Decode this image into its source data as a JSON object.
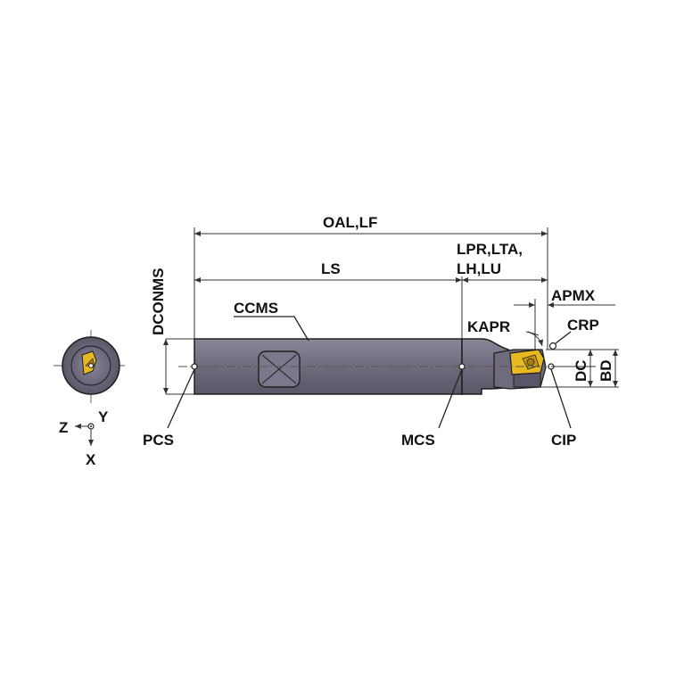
{
  "labels": {
    "oal_lf": "OAL,LF",
    "ls": "LS",
    "lpr_lta": "LPR,LTA,",
    "lh_lu": "LH,LU",
    "apmx": "APMX",
    "crp": "CRP",
    "kapr": "KAPR",
    "ccms": "CCMS",
    "dconms": "DCONMS",
    "dc": "DC",
    "bd": "BD",
    "pcs": "PCS",
    "mcs": "MCS",
    "cip": "CIP"
  },
  "axes": {
    "z": "Z",
    "y": "Y",
    "x": "X"
  },
  "colors": {
    "shank": "#6f6b7d",
    "shank_dark": "#4a4758",
    "shank_light": "#8b879a",
    "insert": "#e8b820",
    "insert_dark": "#a8800c",
    "outline": "#1e1e1e"
  }
}
